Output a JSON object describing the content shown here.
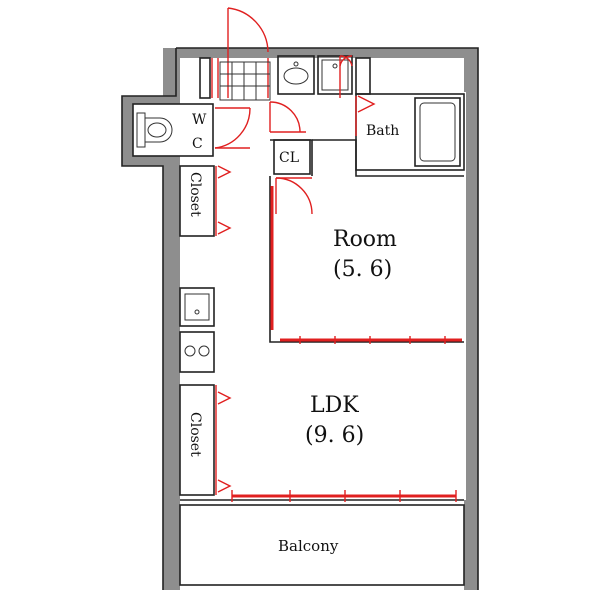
{
  "rooms": {
    "room_name": "Room",
    "room_size": "(5. 6)",
    "ldk_name": "LDK",
    "ldk_size": "(9. 6)",
    "bath": "Bath",
    "cl": "CL",
    "wc_w": "W",
    "wc_c": "C",
    "closet_upper": "Closet",
    "closet_lower": "Closet",
    "balcony": "Balcony"
  },
  "colors": {
    "wall": "#8e8e8e",
    "door_window": "#e02020",
    "line": "#222222",
    "background": "#ffffff"
  }
}
